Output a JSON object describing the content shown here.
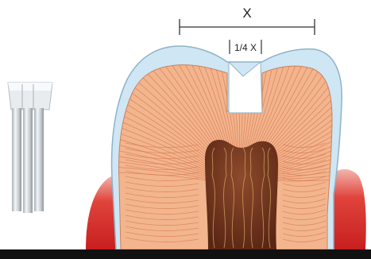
{
  "labels": {
    "total_width": "X",
    "cavity_width": "1/4 X"
  },
  "colors": {
    "enamel": "#cfe6f4",
    "enamel_stroke": "#8fb3c8",
    "dentin": "#f2b58e",
    "dentin_tubule": "#d9774f",
    "pulp": "#7a3b22",
    "pulp_vessel": "#c9a060",
    "gingiva": "#d8312d",
    "gingiva_light": "#f5b3ab",
    "bur_metal": "#d9dde0",
    "bottom_bar": "#111111"
  },
  "icons": {
    "bur": "dental-bur-icon",
    "tooth": "tooth-cross-section"
  }
}
